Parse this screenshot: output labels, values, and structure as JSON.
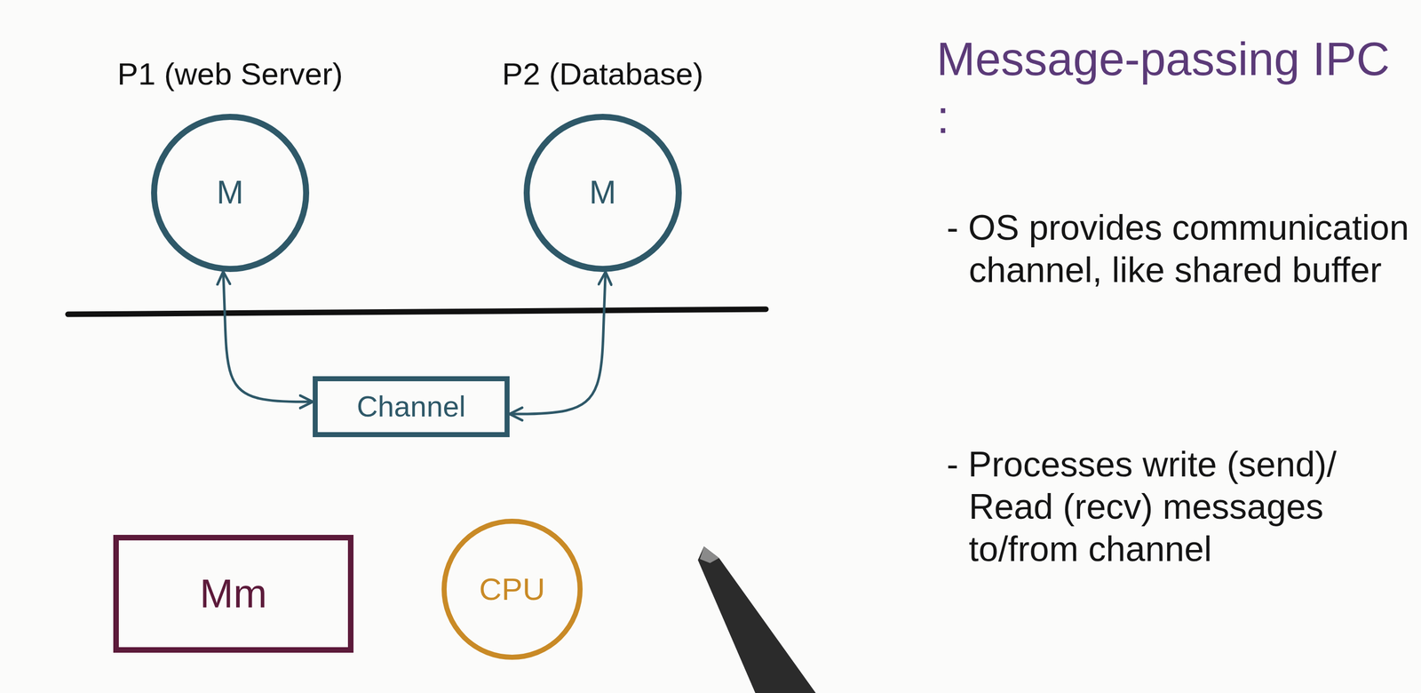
{
  "diagram": {
    "title": "Message-passing IPC :",
    "nodes": [
      {
        "text": [
          "P1 (web Server)",
          "M"
        ]
      },
      {
        "text": [
          "P2 (Database)",
          "M"
        ]
      },
      {
        "text": [
          "Channel"
        ]
      },
      {
        "text": [
          "Mm"
        ]
      },
      {
        "text": [
          "CPU"
        ]
      }
    ],
    "edges": [
      {
        "from": 0,
        "to": 2,
        "arrow": "both"
      },
      {
        "from": 1,
        "to": 2,
        "arrow": "both"
      }
    ],
    "labels": [
      "- OS provides communication channel, like shared buffer",
      "- Processes write (send)/ Read (recv) messages to/from channel"
    ]
  }
}
